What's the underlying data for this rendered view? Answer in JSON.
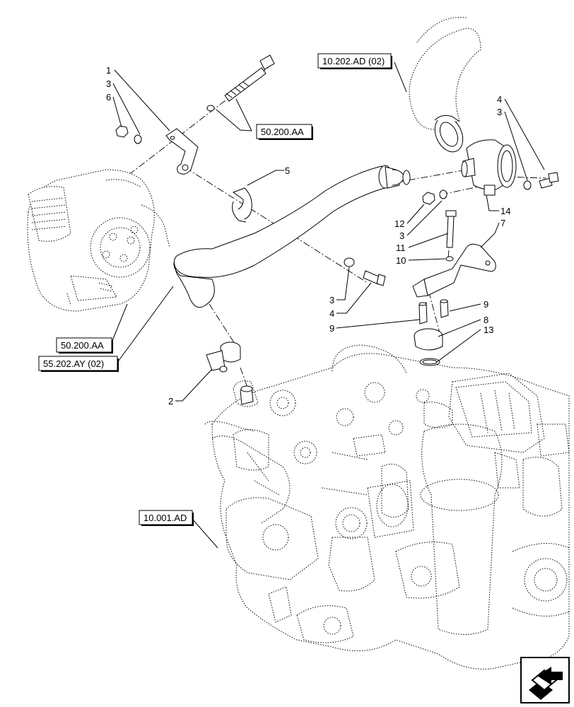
{
  "callouts": [
    {
      "id": "c1",
      "text": "1"
    },
    {
      "id": "c2",
      "text": "3"
    },
    {
      "id": "c3",
      "text": "6"
    },
    {
      "id": "c4",
      "text": "5"
    },
    {
      "id": "c5",
      "text": "4"
    },
    {
      "id": "c6",
      "text": "3"
    },
    {
      "id": "c7",
      "text": "12"
    },
    {
      "id": "c8",
      "text": "3"
    },
    {
      "id": "c9",
      "text": "14"
    },
    {
      "id": "c10",
      "text": "7"
    },
    {
      "id": "c11",
      "text": "11"
    },
    {
      "id": "c12",
      "text": "10"
    },
    {
      "id": "c13",
      "text": "3"
    },
    {
      "id": "c14",
      "text": "4"
    },
    {
      "id": "c15",
      "text": "9"
    },
    {
      "id": "c16",
      "text": "9"
    },
    {
      "id": "c17",
      "text": "8"
    },
    {
      "id": "c18",
      "text": "13"
    },
    {
      "id": "c19",
      "text": "2"
    }
  ],
  "references": [
    {
      "id": "r1",
      "text": "10.202.AD (02)"
    },
    {
      "id": "r2",
      "text": "50.200.AA"
    },
    {
      "id": "r3",
      "text": "50.200.AA"
    },
    {
      "id": "r4",
      "text": "55.202.AY (02)"
    },
    {
      "id": "r5",
      "text": "10.001.AD"
    }
  ],
  "nav": {
    "icon": "next-page-arrow-icon"
  }
}
